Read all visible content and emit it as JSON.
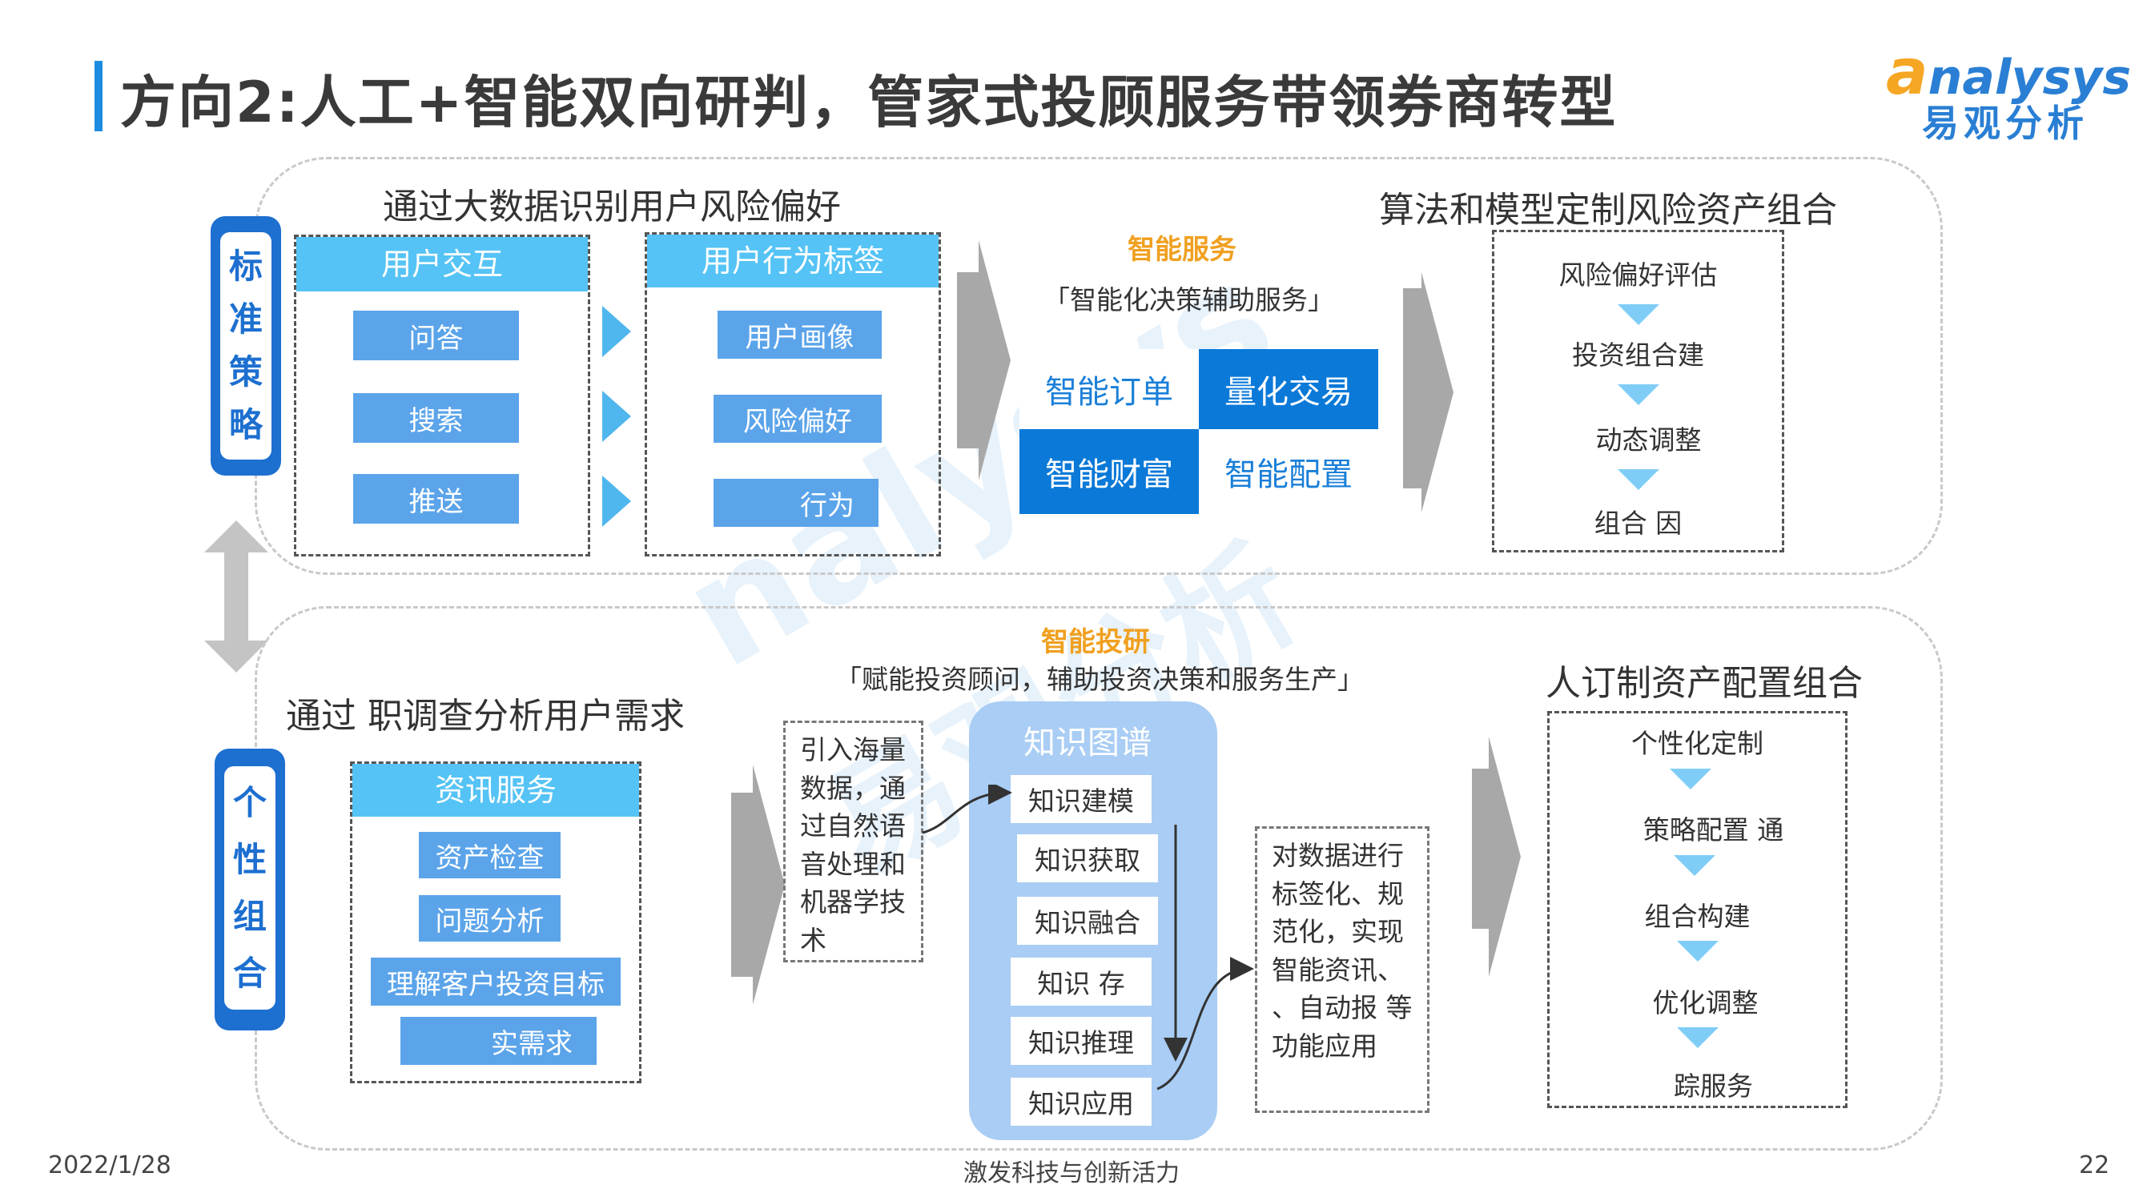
{
  "title": "方向2:人工+智能双向研判，管家式投顾服务带领券商转型",
  "logo": {
    "en_first": "a",
    "en_rest": "nalysys",
    "cn": "易观分析"
  },
  "watermark": {
    "en": "nalysys",
    "cn": "易观分析"
  },
  "top": {
    "side_tab": [
      "标",
      "准",
      "策",
      "略"
    ],
    "left_heading": "通过大数据识别用户风险偏好",
    "user_interaction": {
      "header": "用户交互",
      "items": [
        "问答",
        "搜索",
        "推送"
      ]
    },
    "behavior_tags": {
      "header": "用户行为标签",
      "items": [
        "用户画像",
        "风险偏好",
        "行为"
      ]
    },
    "smart_service": {
      "label": "智能服务",
      "subtitle": "「智能化决策辅助服务」",
      "tiles": [
        "智能订单",
        "量化交易",
        "智能财富",
        "智能配置"
      ]
    },
    "right_heading": "算法和模型定制风险资产组合",
    "steps": [
      "风险偏好评估",
      "投资组合建",
      "动态调整",
      "组合    因"
    ]
  },
  "bottom": {
    "side_tab": [
      "个",
      "性",
      "组",
      "合"
    ],
    "left_heading": "通过    职调查分析用户需求",
    "info_service": {
      "header": "资讯服务",
      "items": [
        "资产检查",
        "问题分析",
        "理解客户投资目标",
        "实需求"
      ]
    },
    "smart_research": {
      "label": "智能投研",
      "subtitle": "「赋能投资顾问，辅助投资决策和服务生产」"
    },
    "intro_text": "引入海量数据，通过自然语音处理和机器学技术",
    "knowledge_graph": {
      "header": "知识图谱",
      "items": [
        "知识建模",
        "知识获取",
        "知识融合",
        "知识    存",
        "知识推理",
        "知识应用"
      ]
    },
    "output_text": "对数据进行标签化、规范化，实现智能资讯、    、自动报    等功能应用",
    "right_heading": "人订制资产配置组合",
    "steps": [
      "个性化定制",
      "策略配置    通",
      "组合构建",
      "优化调整",
      "踪服务"
    ]
  },
  "footer": {
    "date": "2022/1/28",
    "tagline": "激发科技与创新活力",
    "page": "22"
  }
}
